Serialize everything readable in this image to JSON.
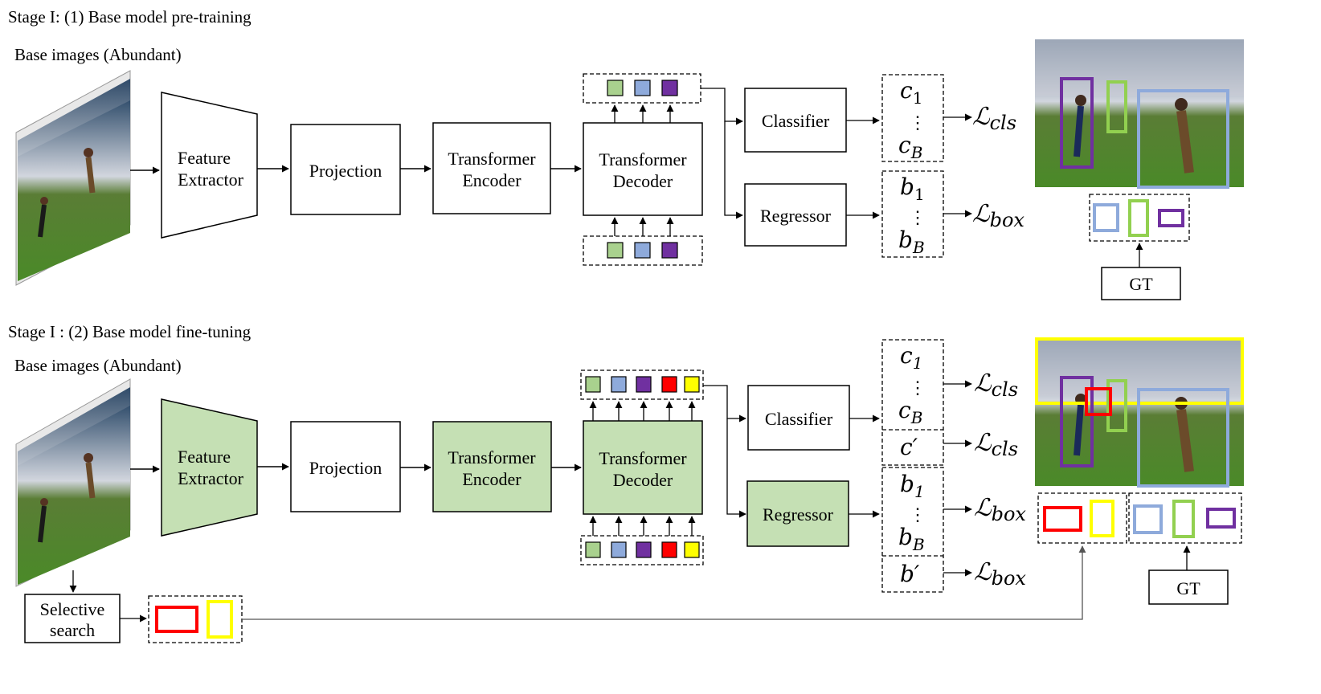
{
  "stage1": {
    "title": "Stage I: (1) Base model pre-training",
    "images_label": "Base images (Abundant)",
    "feature_extractor": [
      "Feature",
      "Extractor"
    ],
    "projection": "Projection",
    "encoder": [
      "Transformer",
      "Encoder"
    ],
    "decoder": [
      "Transformer",
      "Decoder"
    ],
    "classifier": "Classifier",
    "regressor": "Regressor",
    "cls_out": {
      "top": "c",
      "top_sub": "1",
      "dots": "⋮",
      "bot": "c",
      "bot_sub": "B"
    },
    "box_out": {
      "top": "b",
      "top_sub": "1",
      "dots": "⋮",
      "bot": "b",
      "bot_sub": "B"
    },
    "loss_cls": {
      "main": "ℒ",
      "sub": "cls"
    },
    "loss_box": {
      "main": "ℒ",
      "sub": "box"
    },
    "gt": "GT"
  },
  "stage2": {
    "title": "Stage I : (2) Base model fine-tuning",
    "images_label": "Base images (Abundant)",
    "feature_extractor": [
      "Feature",
      "Extractor"
    ],
    "projection": "Projection",
    "encoder": [
      "Transformer",
      "Encoder"
    ],
    "decoder": [
      "Transformer",
      "Decoder"
    ],
    "classifier": "Classifier",
    "regressor": "Regressor",
    "cls_out": {
      "top": "c",
      "top_sub": "1",
      "dots": "⋮",
      "bot": "c",
      "bot_sub": "B",
      "extra": "c′"
    },
    "box_out": {
      "top": "b",
      "top_sub": "1",
      "dots": "⋮",
      "bot": "b",
      "bot_sub": "B",
      "extra": "b′"
    },
    "loss_cls": {
      "main": "ℒ",
      "sub": "cls"
    },
    "loss_box": {
      "main": "ℒ",
      "sub": "box"
    },
    "gt": "GT",
    "selective_search": [
      "Selective",
      "search"
    ]
  },
  "colors": {
    "query_green": "#a9d18e",
    "query_blue": "#8eaadb",
    "query_purple": "#7030a0",
    "query_red": "#ff0000",
    "query_yellow": "#ffff00",
    "trainable_fill": "#c5e0b4",
    "gt_green": "#92d050",
    "gt_blue": "#8eaadb",
    "gt_purple": "#7030a0"
  }
}
